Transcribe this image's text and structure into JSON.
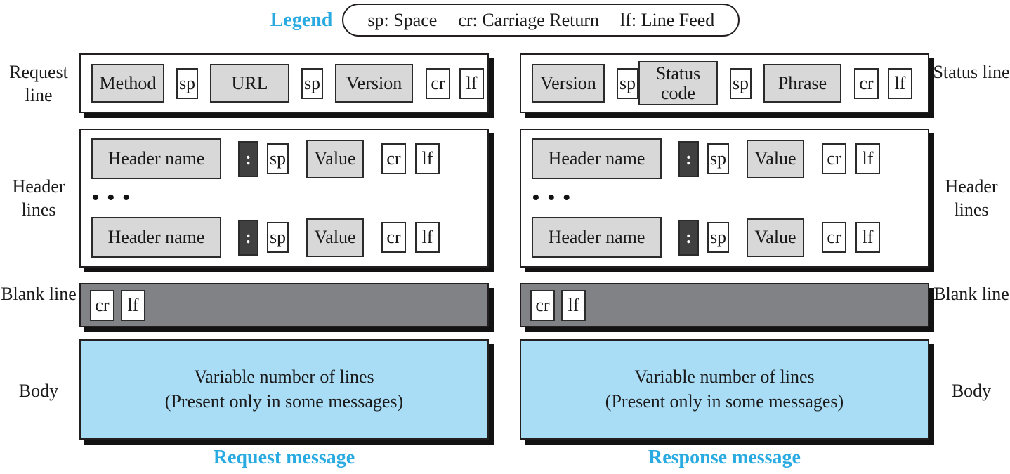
{
  "legend": {
    "title": "Legend",
    "items": [
      "sp: Space",
      "cr: Carriage Return",
      "lf: Line Feed"
    ]
  },
  "left_labels": {
    "row1": "Request line",
    "row2": "Header lines",
    "row3": "Blank line",
    "row4": "Body"
  },
  "right_labels": {
    "row1": "Status line",
    "row2": "Header lines",
    "row3": "Blank line",
    "row4": "Body"
  },
  "tokens": {
    "method": "Method",
    "sp": "sp",
    "url": "URL",
    "version": "Version",
    "cr": "cr",
    "lf": "lf",
    "status_code": "Status code",
    "phrase": "Phrase",
    "header_name": "Header name",
    "colon": ":",
    "value": "Value",
    "ellipsis": "•••"
  },
  "body": {
    "line1": "Variable number of lines",
    "line2": "(Present only in some messages)"
  },
  "footer": {
    "left": "Request message",
    "right": "Response message"
  },
  "colors": {
    "accent": "#29ABE2",
    "box_gray": "#D8D8D8",
    "colon_box": "#404040",
    "blank_gray": "#808285",
    "body_blue": "#A9DCF5",
    "border": "#231F20"
  }
}
